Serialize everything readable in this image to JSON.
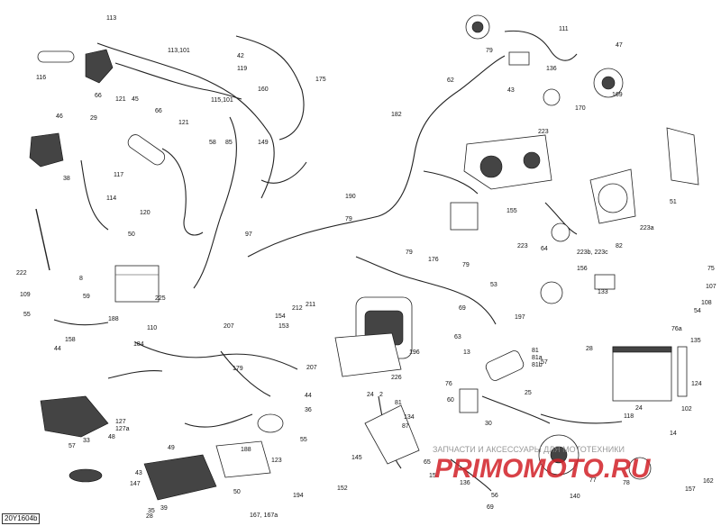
{
  "diagram_code": "20Y1604b",
  "watermark": "ЗАПЧАСТИ И АКСЕССУАРЫ ДЛЯ МОТОТЕХНИКИ",
  "watermark_logo": "PRIMOMOTO.RU",
  "colors": {
    "ink": "#222222",
    "watermark": "#d22027",
    "watermark_text": "#888888"
  },
  "callouts": [
    "113",
    "116",
    "66",
    "121",
    "45",
    "113,101",
    "42",
    "119",
    "160",
    "115,101",
    "175",
    "66",
    "121",
    "58",
    "85",
    "149",
    "46",
    "29",
    "38",
    "117",
    "114",
    "120",
    "50",
    "222",
    "8",
    "109",
    "59",
    "225",
    "55",
    "158",
    "44",
    "188",
    "97",
    "212",
    "211",
    "154",
    "153",
    "110",
    "207",
    "184",
    "127",
    "127a",
    "57",
    "33",
    "48",
    "43",
    "147",
    "35",
    "39",
    "179",
    "49",
    "207",
    "44",
    "36",
    "55",
    "123",
    "188",
    "50",
    "194",
    "167, 167a",
    "111",
    "79",
    "62",
    "43",
    "136",
    "47",
    "169",
    "170",
    "182",
    "223",
    "190",
    "79",
    "155",
    "223a",
    "223",
    "64",
    "223b, 223c",
    "82",
    "51",
    "79",
    "176",
    "79",
    "69",
    "53",
    "197",
    "156",
    "133",
    "63",
    "196",
    "226",
    "75",
    "107",
    "108",
    "54",
    "76a",
    "135",
    "13",
    "81",
    "81a",
    "81b",
    "25",
    "28",
    "57",
    "124",
    "102",
    "76",
    "60",
    "30",
    "24",
    "2",
    "81",
    "134",
    "87",
    "145",
    "65",
    "15",
    "152",
    "136",
    "69",
    "56",
    "140",
    "77",
    "24",
    "118",
    "14",
    "78",
    "157",
    "162",
    "28"
  ]
}
